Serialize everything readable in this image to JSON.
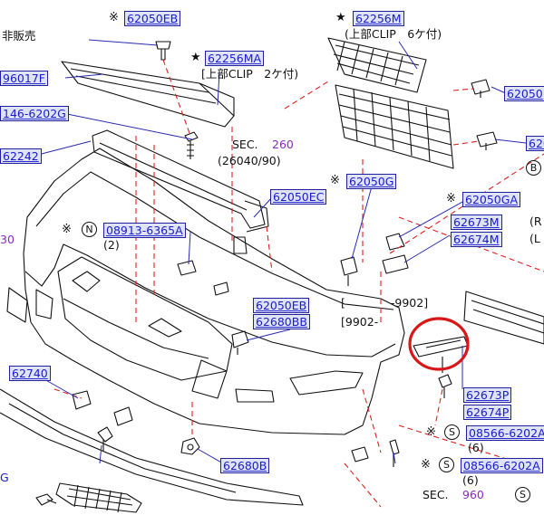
{
  "diagram": {
    "header_fragment": "非販売",
    "part_labels": [
      "62050EB",
      "62256MA",
      "96017F",
      "146-6202G",
      "62242",
      "62050EC",
      "62256M",
      "62050",
      "62050G",
      "62050GA",
      "62673M",
      "62674M",
      "08913-6365A",
      "62050EB",
      "62680BB",
      "62740",
      "62673P",
      "62674P",
      "08566-6202A",
      "62680B",
      "08566-6202A"
    ],
    "notes": {
      "clip_2": "[上部CLIP　2ケ付)",
      "clip_6": "(上部CLIP　6ケ付)",
      "sec_260_prefix": "SEC.",
      "sec_260_num": "260",
      "sec_260_ref": "(26040/90)",
      "sec_960_prefix": "SEC.",
      "sec_960_num": "960",
      "date_bracket_1": "[　　　　-9902]",
      "date_bracket_2": "[9902-",
      "qty_2": "(2)",
      "qty_6a": "(6)",
      "qty_6b": "(6)",
      "rl_r": "(R",
      "rl_l": "(L",
      "left_edge_num": "30",
      "left_edge_g": "G"
    },
    "symbols": {
      "kome": "※",
      "star": "★",
      "circle_n": "N",
      "circle_s": "S",
      "circle_b": "B"
    },
    "colors": {
      "label_bg": "#dfe3f6",
      "label_text": "#1a1ad0",
      "leader_red": "#e02020",
      "highlight_circle": "#d81818",
      "sec_number": "#8a2bc0"
    }
  }
}
